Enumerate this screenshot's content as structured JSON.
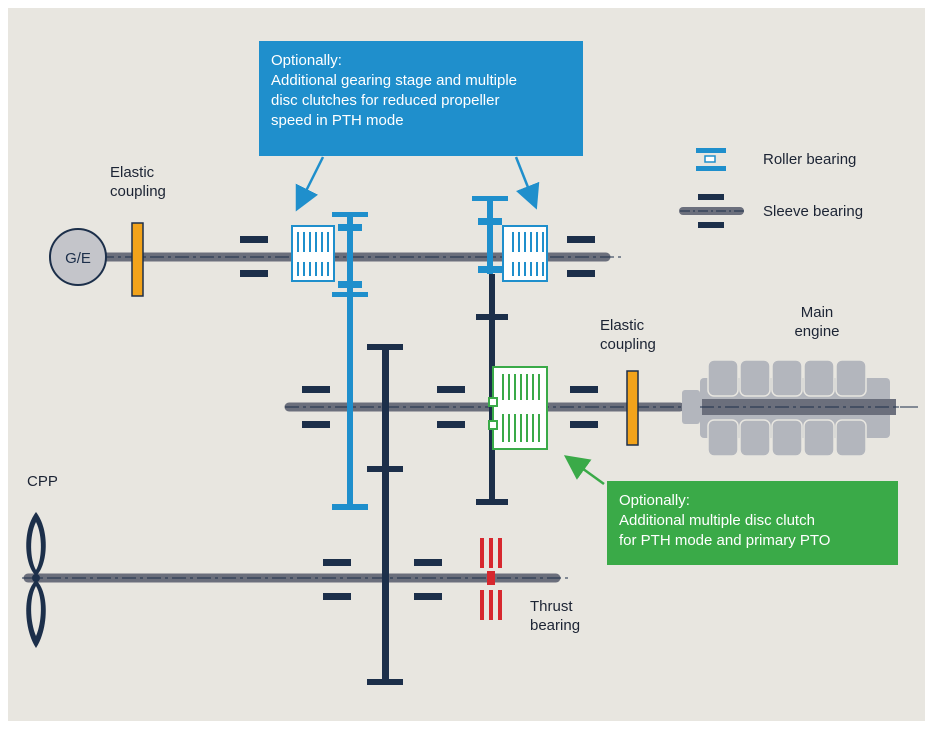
{
  "colors": {
    "background": "#e8e6e0",
    "shaft": "#6b6f7c",
    "navy": "#1c2f4a",
    "blue": "#1f8fcc",
    "green": "#3aaa48",
    "orange": "#f2a31b",
    "red": "#d7282f",
    "engine": "#b3b6bd"
  },
  "callouts": {
    "top": {
      "line1": "Optionally:",
      "line2": "Additional gearing stage and multiple",
      "line3": "disc clutches for reduced propeller",
      "line4": "speed in PTH mode"
    },
    "bottom": {
      "line1": "Optionally:",
      "line2": "Additional multiple disc clutch",
      "line3": "for PTH mode and primary PTO"
    }
  },
  "labels": {
    "ge": "G/E",
    "elastic_coupling_left_1": "Elastic",
    "elastic_coupling_left_2": "coupling",
    "elastic_coupling_right_1": "Elastic",
    "elastic_coupling_right_2": "coupling",
    "main_engine_1": "Main",
    "main_engine_2": "engine",
    "cpp": "CPP",
    "thrust_bearing_1": "Thrust",
    "thrust_bearing_2": "bearing"
  },
  "legend": {
    "roller": "Roller bearing",
    "sleeve": "Sleeve bearing"
  }
}
